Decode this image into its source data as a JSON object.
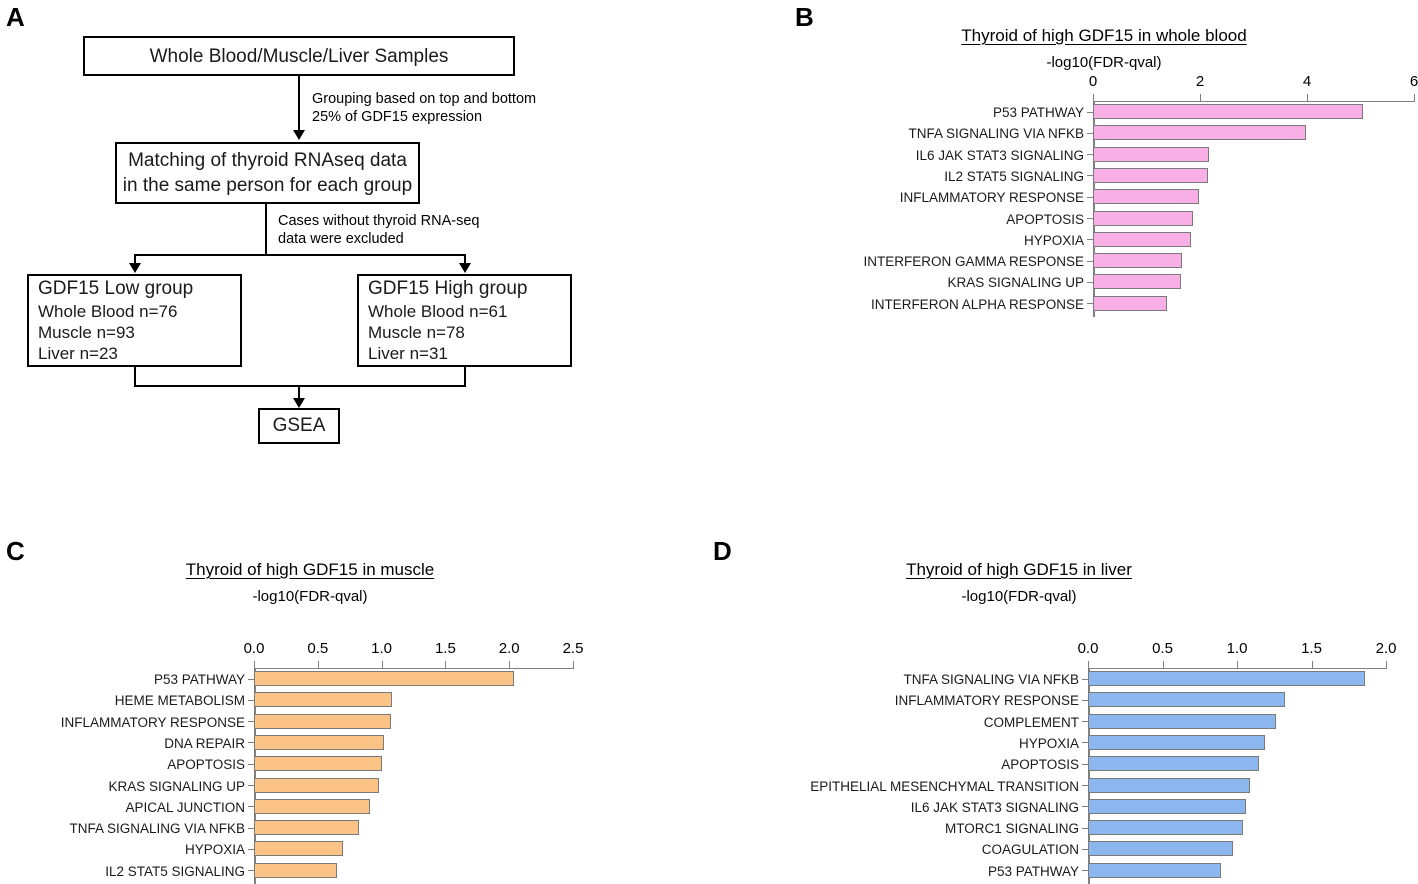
{
  "panels": {
    "a": {
      "letter": "A"
    },
    "b": {
      "letter": "B"
    },
    "c": {
      "letter": "C"
    },
    "d": {
      "letter": "D"
    }
  },
  "flowchart": {
    "box_samples": "Whole Blood/Muscle/Liver Samples",
    "annot1_line1": "Grouping based on top and bottom",
    "annot1_line2": "25% of GDF15 expression",
    "box_matching_line1": "Matching of thyroid RNAseq data",
    "box_matching_line2": "in the same person for each group",
    "annot2_line1": "Cases without thyroid RNA-seq",
    "annot2_line2": "data were excluded",
    "low_group": {
      "title": "GDF15 Low group",
      "line1": "Whole Blood n=76",
      "line2": "Muscle n=93",
      "line3": "Liver n=23"
    },
    "high_group": {
      "title": "GDF15 High group",
      "line1": "Whole Blood n=61",
      "line2": "Muscle n=78",
      "line3": "Liver n=31"
    },
    "box_gsea": "GSEA"
  },
  "chart_data": [
    {
      "id": "b",
      "type": "bar",
      "orientation": "horizontal",
      "title": "Thyroid of high GDF15 in whole blood",
      "xlabel": "-log10(FDR-qval)",
      "ylabel": "",
      "xlim": [
        0,
        6
      ],
      "xticks": [
        0,
        2,
        4,
        6
      ],
      "xticklabels": [
        "0",
        "2",
        "4",
        "6"
      ],
      "grid": false,
      "legend": "none",
      "bar_color": "#F7AFE5",
      "bar_edge_color": "#7a7a7a",
      "categories": [
        "P53 PATHWAY",
        "TNFA SIGNALING VIA NFKB",
        "IL6 JAK STAT3 SIGNALING",
        "IL2 STAT5 SIGNALING",
        "INFLAMMATORY RESPONSE",
        "APOPTOSIS",
        "HYPOXIA",
        "INTERFERON GAMMA RESPONSE",
        "KRAS SIGNALING UP",
        "INTERFERON ALPHA RESPONSE"
      ],
      "values": [
        5.05,
        3.99,
        2.17,
        2.15,
        1.99,
        1.86,
        1.83,
        1.66,
        1.65,
        1.38
      ]
    },
    {
      "id": "c",
      "type": "bar",
      "orientation": "horizontal",
      "title": "Thyroid of high GDF15 in muscle",
      "xlabel": "-log10(FDR-qval)",
      "ylabel": "",
      "xlim": [
        0,
        2.5
      ],
      "xticks": [
        0,
        0.5,
        1.0,
        1.5,
        2.0,
        2.5
      ],
      "xticklabels": [
        "0.0",
        "0.5",
        "1.0",
        "1.5",
        "2.0",
        "2.5"
      ],
      "grid": false,
      "legend": "none",
      "bar_color": "#FBC486",
      "bar_edge_color": "#7a7a7a",
      "categories": [
        "P53 PATHWAY",
        "HEME METABOLISM",
        "INFLAMMATORY RESPONSE",
        "DNA REPAIR",
        "APOPTOSIS",
        "KRAS SIGNALING UP",
        "APICAL JUNCTION",
        "TNFA SIGNALING VIA NFKB",
        "HYPOXIA",
        "IL2 STAT5 SIGNALING"
      ],
      "values": [
        2.04,
        1.08,
        1.07,
        1.02,
        1.0,
        0.98,
        0.91,
        0.82,
        0.7,
        0.65
      ]
    },
    {
      "id": "d",
      "type": "bar",
      "orientation": "horizontal",
      "title": "Thyroid of high GDF15 in liver",
      "xlabel": "-log10(FDR-qval)",
      "ylabel": "",
      "xlim": [
        0,
        2.0
      ],
      "xticks": [
        0,
        0.5,
        1.0,
        1.5,
        2.0
      ],
      "xticklabels": [
        "0.0",
        "0.5",
        "1.0",
        "1.5",
        "2.0"
      ],
      "grid": false,
      "legend": "none",
      "bar_color": "#8CB7EE",
      "bar_edge_color": "#7a7a7a",
      "categories": [
        "TNFA SIGNALING VIA NFKB",
        "INFLAMMATORY RESPONSE",
        "COMPLEMENT",
        "HYPOXIA",
        "APOPTOSIS",
        "EPITHELIAL MESENCHYMAL TRANSITION",
        "IL6 JAK STAT3 SIGNALING",
        "MTORC1 SIGNALING",
        "COAGULATION",
        "P53 PATHWAY"
      ],
      "values": [
        1.86,
        1.32,
        1.26,
        1.19,
        1.15,
        1.09,
        1.06,
        1.04,
        0.97,
        0.89
      ]
    }
  ]
}
